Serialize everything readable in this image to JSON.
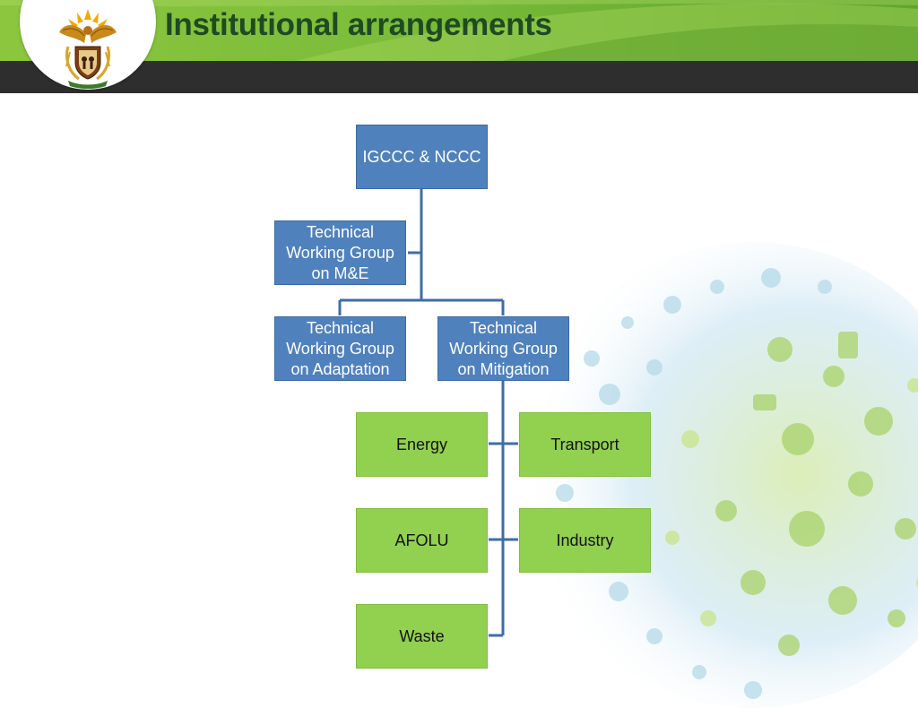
{
  "slide": {
    "title": "Institutional arrangements",
    "logo": "south-africa-coat-of-arms"
  },
  "colors": {
    "header_green": "#7cbd3a",
    "title_text": "#1f4a22",
    "dark_band": "#2e2e2e",
    "blue_box": "#4f81bd",
    "green_box": "#92d050",
    "connector": "#3c6ea8"
  },
  "diagram": {
    "nodes": {
      "root": "IGCCC & NCCC",
      "me": "Technical Working Group on M&E",
      "adaptation": "Technical Working Group on Adaptation",
      "mitigation": "Technical Working Group on Mitigation",
      "energy": "Energy",
      "transport": "Transport",
      "afolu": "AFOLU",
      "industry": "Industry",
      "waste": "Waste"
    }
  }
}
